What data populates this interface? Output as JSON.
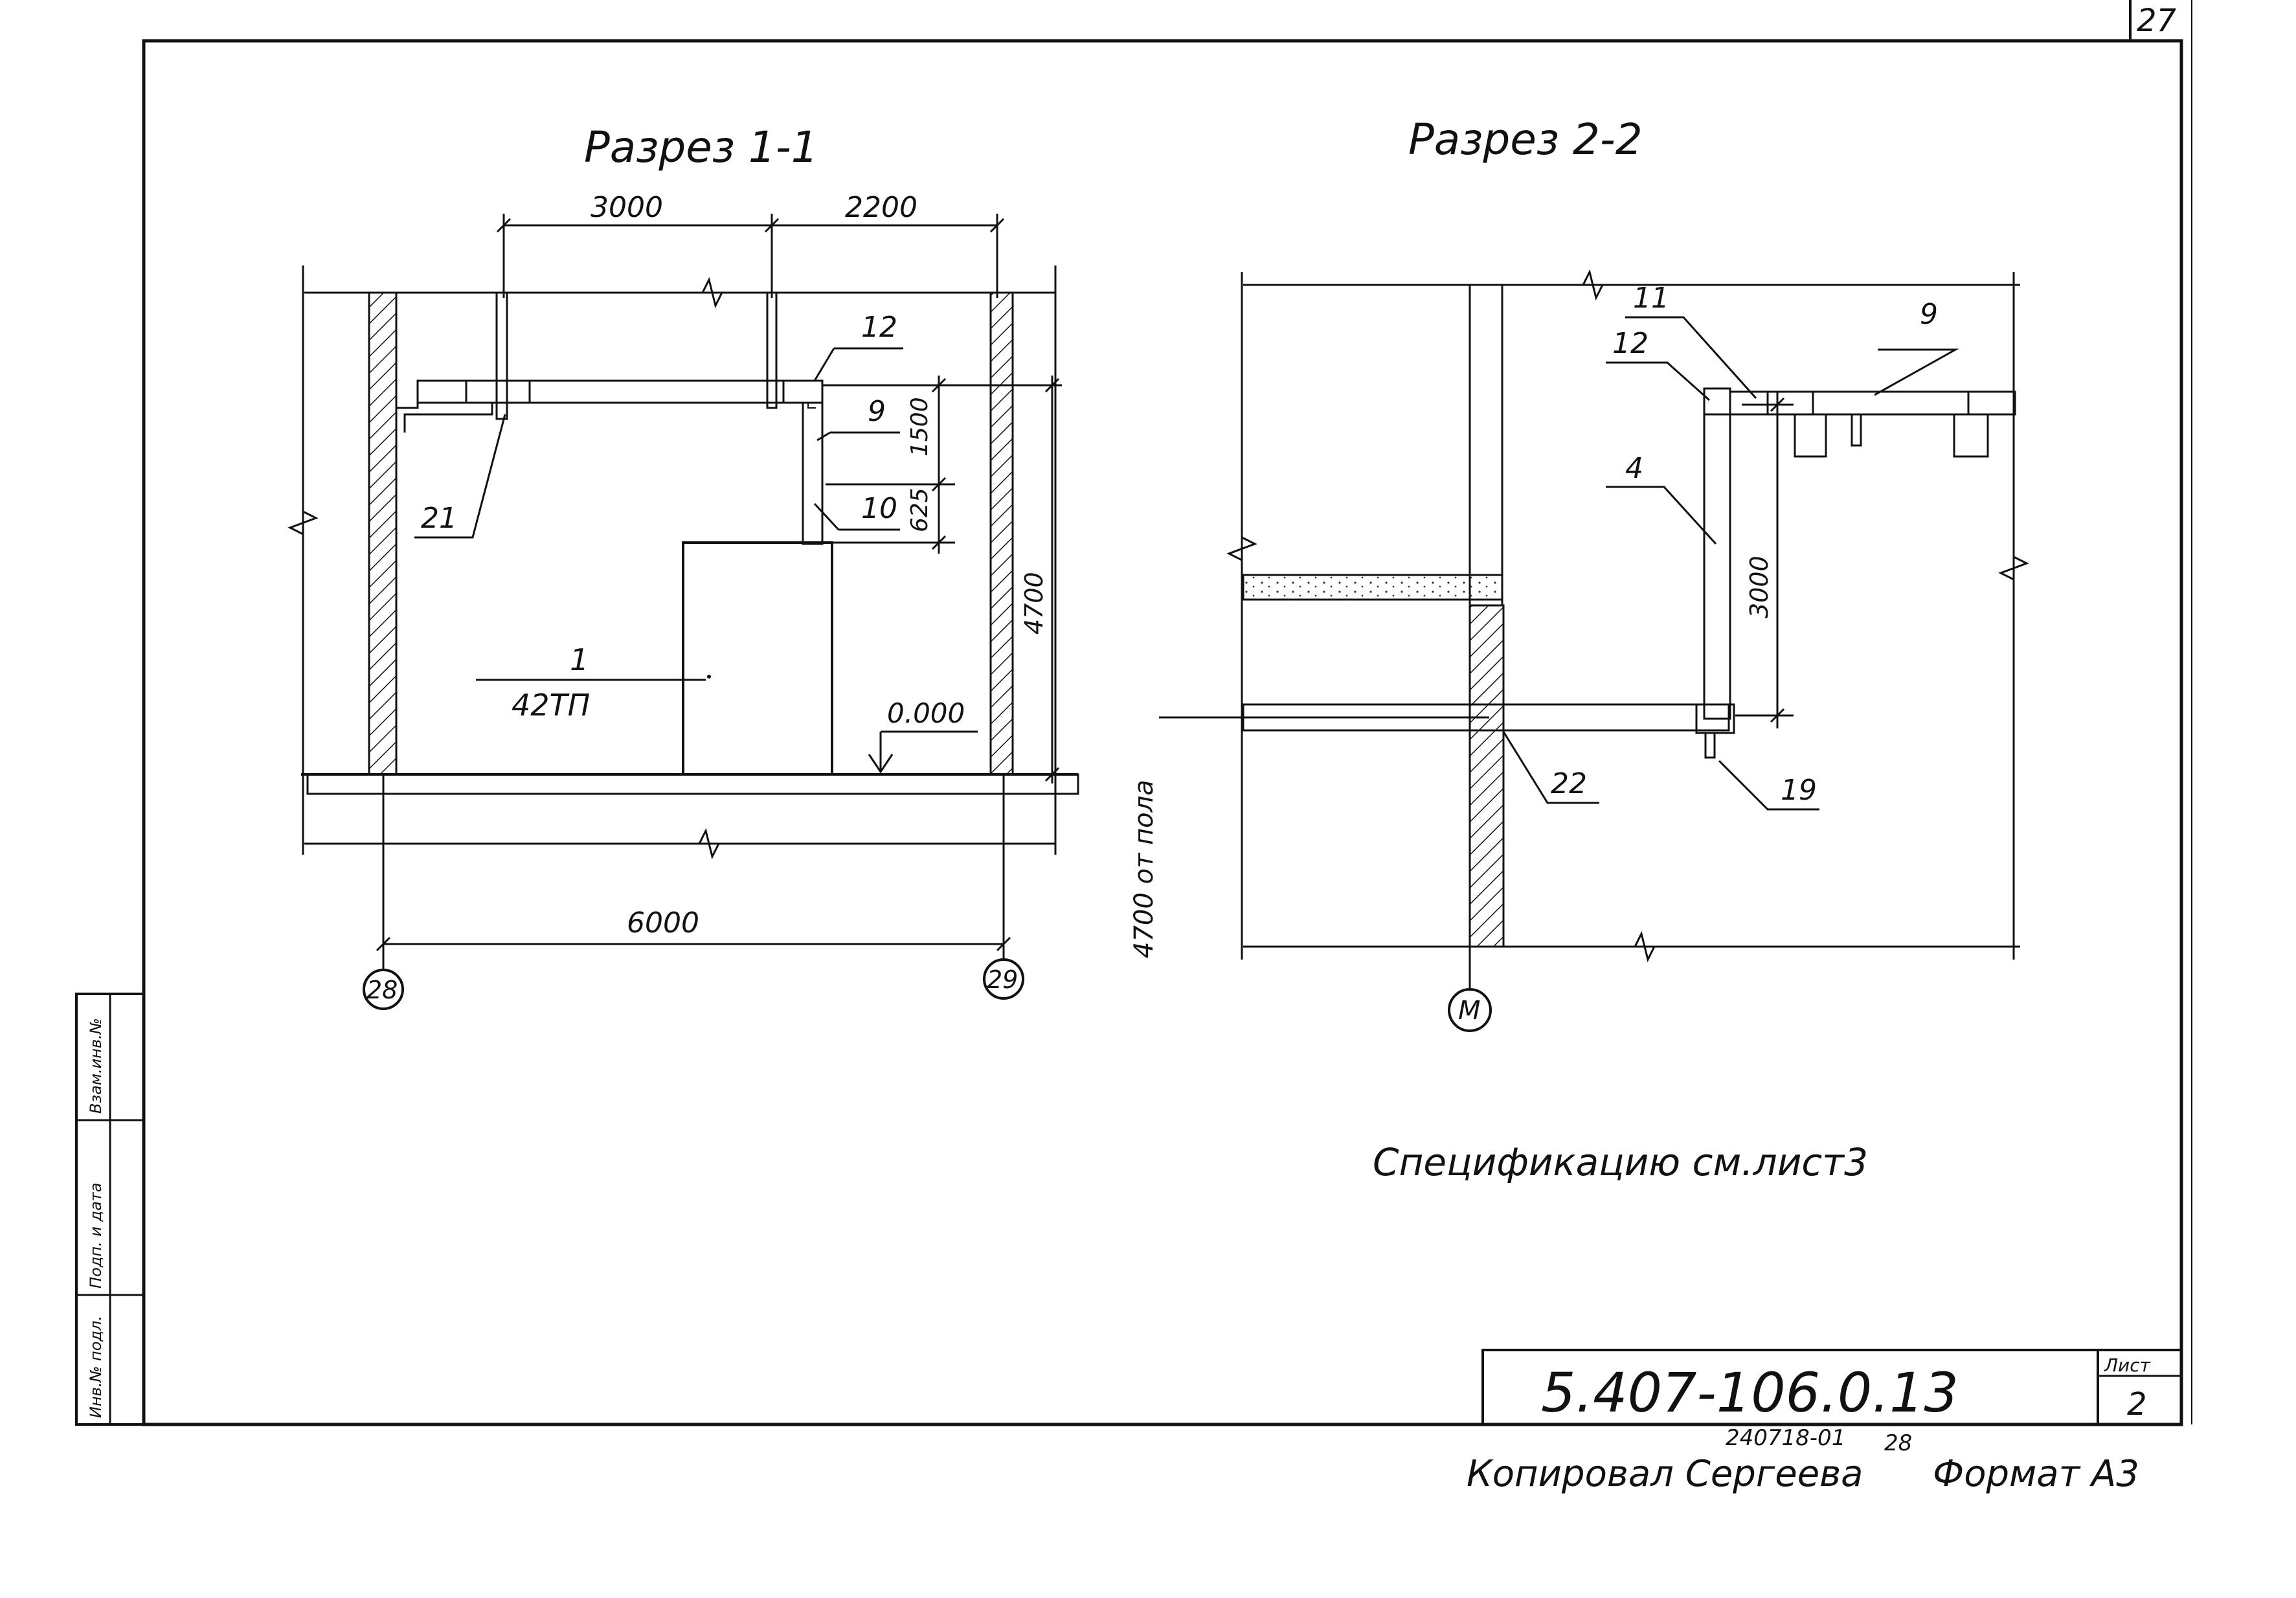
{
  "sheet": {
    "page_number": "27",
    "doc_code": "5.407-106.0.13",
    "sheet_label": "Лист",
    "sheet_no": "2",
    "copied_by": "Копировал Сергеева",
    "format": "Формат А3",
    "archive_no": "240718-01",
    "archive_seq": "28",
    "note": "Спецификацию см.лист3",
    "side_stamp": [
      "Инв.№ подл.",
      "Подп. и дата",
      "Взам.инв.№"
    ]
  },
  "section_1": {
    "title": "Разрез 1-1",
    "dims": {
      "d3000": "3000",
      "d2200": "2200",
      "d6000": "6000",
      "d1500": "1500",
      "d625": "625",
      "d4700": "4700"
    },
    "level": "0.000",
    "equipment_no": "1",
    "equipment": "42ТП",
    "callouts": {
      "c21": "21",
      "c12": "12",
      "c9": "9",
      "c10": "10"
    },
    "axes": {
      "left": "28",
      "right": "29"
    }
  },
  "section_2": {
    "title": "Разрез 2-2",
    "dims": {
      "d3000": "3000",
      "d4700": "4700 от пола"
    },
    "callouts": {
      "c11": "11",
      "c9": "9",
      "c12": "12",
      "c4": "4",
      "c22": "22",
      "c19": "19"
    },
    "axis": "М"
  }
}
